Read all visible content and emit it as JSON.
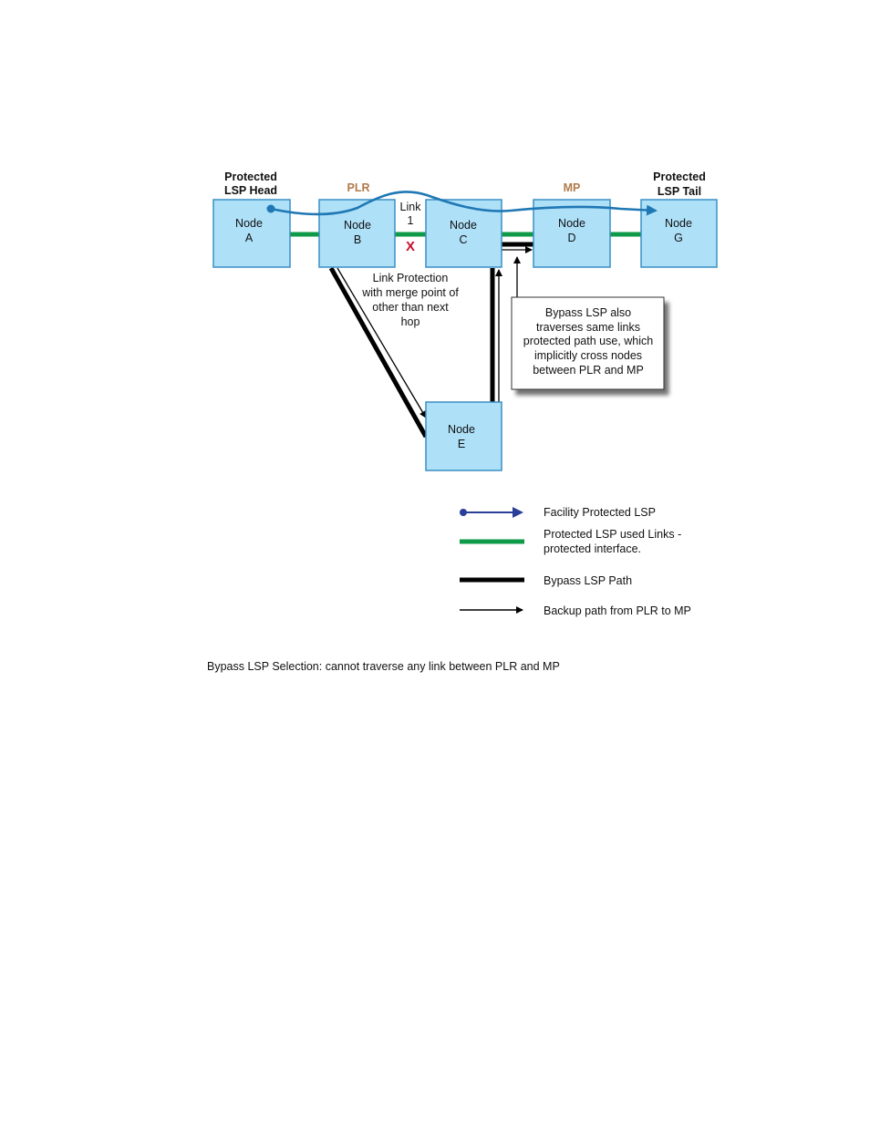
{
  "labels": {
    "head_line1": "Protected",
    "head_line2": "LSP Head",
    "tail_line1": "Protected",
    "tail_line2": "LSP Tail",
    "plr": "PLR",
    "mp": "MP",
    "link_line1": "Link",
    "link_line2": "1",
    "failure_mark": "X"
  },
  "nodes": {
    "a": {
      "line1": "Node",
      "line2": "A"
    },
    "b": {
      "line1": "Node",
      "line2": "B"
    },
    "c": {
      "line1": "Node",
      "line2": "C"
    },
    "d": {
      "line1": "Node",
      "line2": "D"
    },
    "e": {
      "line1": "Node",
      "line2": "E"
    },
    "g": {
      "line1": "Node",
      "line2": "G"
    }
  },
  "annotations": {
    "link_protection": [
      "Link Protection",
      "with merge point of",
      "other than next",
      "hop"
    ],
    "callout": [
      "Bypass LSP also",
      "traverses same links",
      "protected path use, which",
      "implicitly cross nodes",
      "between PLR and MP"
    ]
  },
  "legend": {
    "facility_protected": "Facility Protected LSP",
    "protected_links_line1": "Protected LSP used Links -",
    "protected_links_line2": "protected interface.",
    "bypass_path": "Bypass LSP Path",
    "backup_path": "Backup path from PLR to MP"
  },
  "caption": "Bypass LSP Selection: cannot traverse any link between PLR and MP",
  "colors": {
    "node_fill": "#aee0f8",
    "node_stroke": "#3a8fc4",
    "protected_link": "#0e9a48",
    "lsp_curve": "#1f78b4",
    "legend_lsp": "#2a3f99",
    "bypass": "#000000",
    "failure": "#c8102e",
    "plr_mp_label": "#b07a4a"
  }
}
